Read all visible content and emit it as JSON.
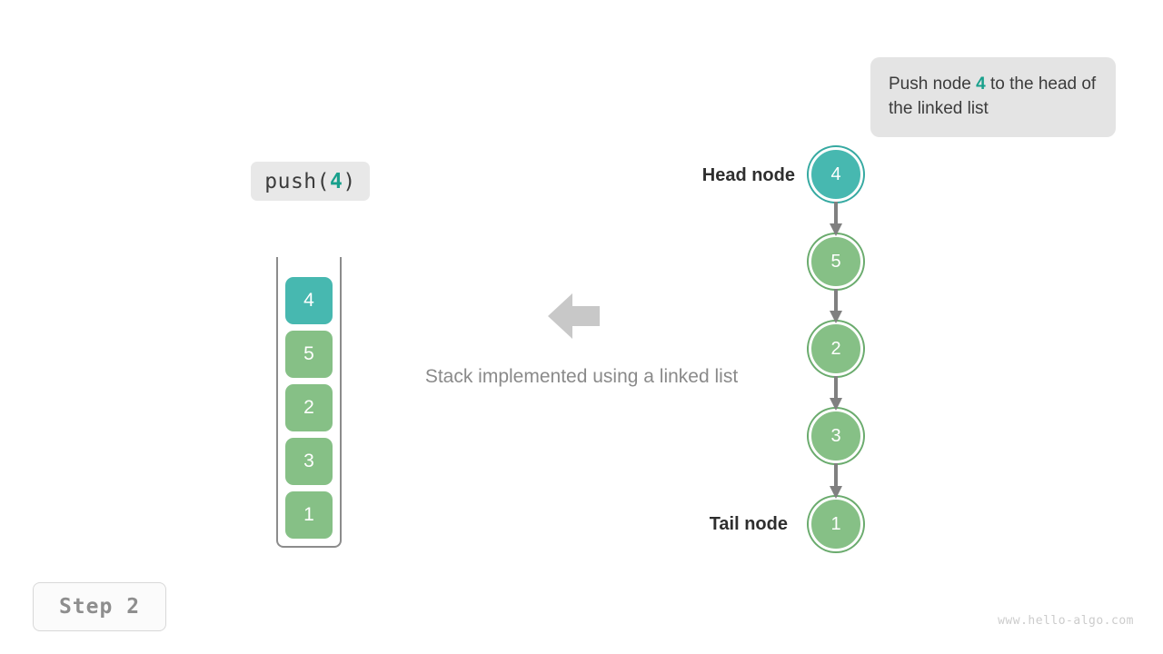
{
  "callout": {
    "text_before": "Push node ",
    "highlight": "4",
    "text_after": " to the head of the linked list"
  },
  "operation_label": {
    "prefix": "push(",
    "value": "4",
    "suffix": ")"
  },
  "stack": {
    "cells": [
      {
        "value": "4",
        "color": "teal"
      },
      {
        "value": "5",
        "color": "green"
      },
      {
        "value": "2",
        "color": "green"
      },
      {
        "value": "3",
        "color": "green"
      },
      {
        "value": "1",
        "color": "green"
      }
    ]
  },
  "caption": "Stack implemented using a linked list",
  "linked_list": {
    "head_label": "Head node",
    "tail_label": "Tail node",
    "nodes": [
      {
        "value": "4",
        "color": "teal"
      },
      {
        "value": "5",
        "color": "green"
      },
      {
        "value": "2",
        "color": "green"
      },
      {
        "value": "3",
        "color": "green"
      },
      {
        "value": "1",
        "color": "green"
      }
    ]
  },
  "step_badge": "Step 2",
  "watermark": "www.hello-algo.com",
  "colors": {
    "teal": "#47b8b0",
    "green": "#86c086",
    "accent_text": "#18a08c",
    "callout_bg": "#e4e4e4",
    "arrow_gray": "#808080",
    "big_arrow_gray": "#c8c8c8"
  }
}
